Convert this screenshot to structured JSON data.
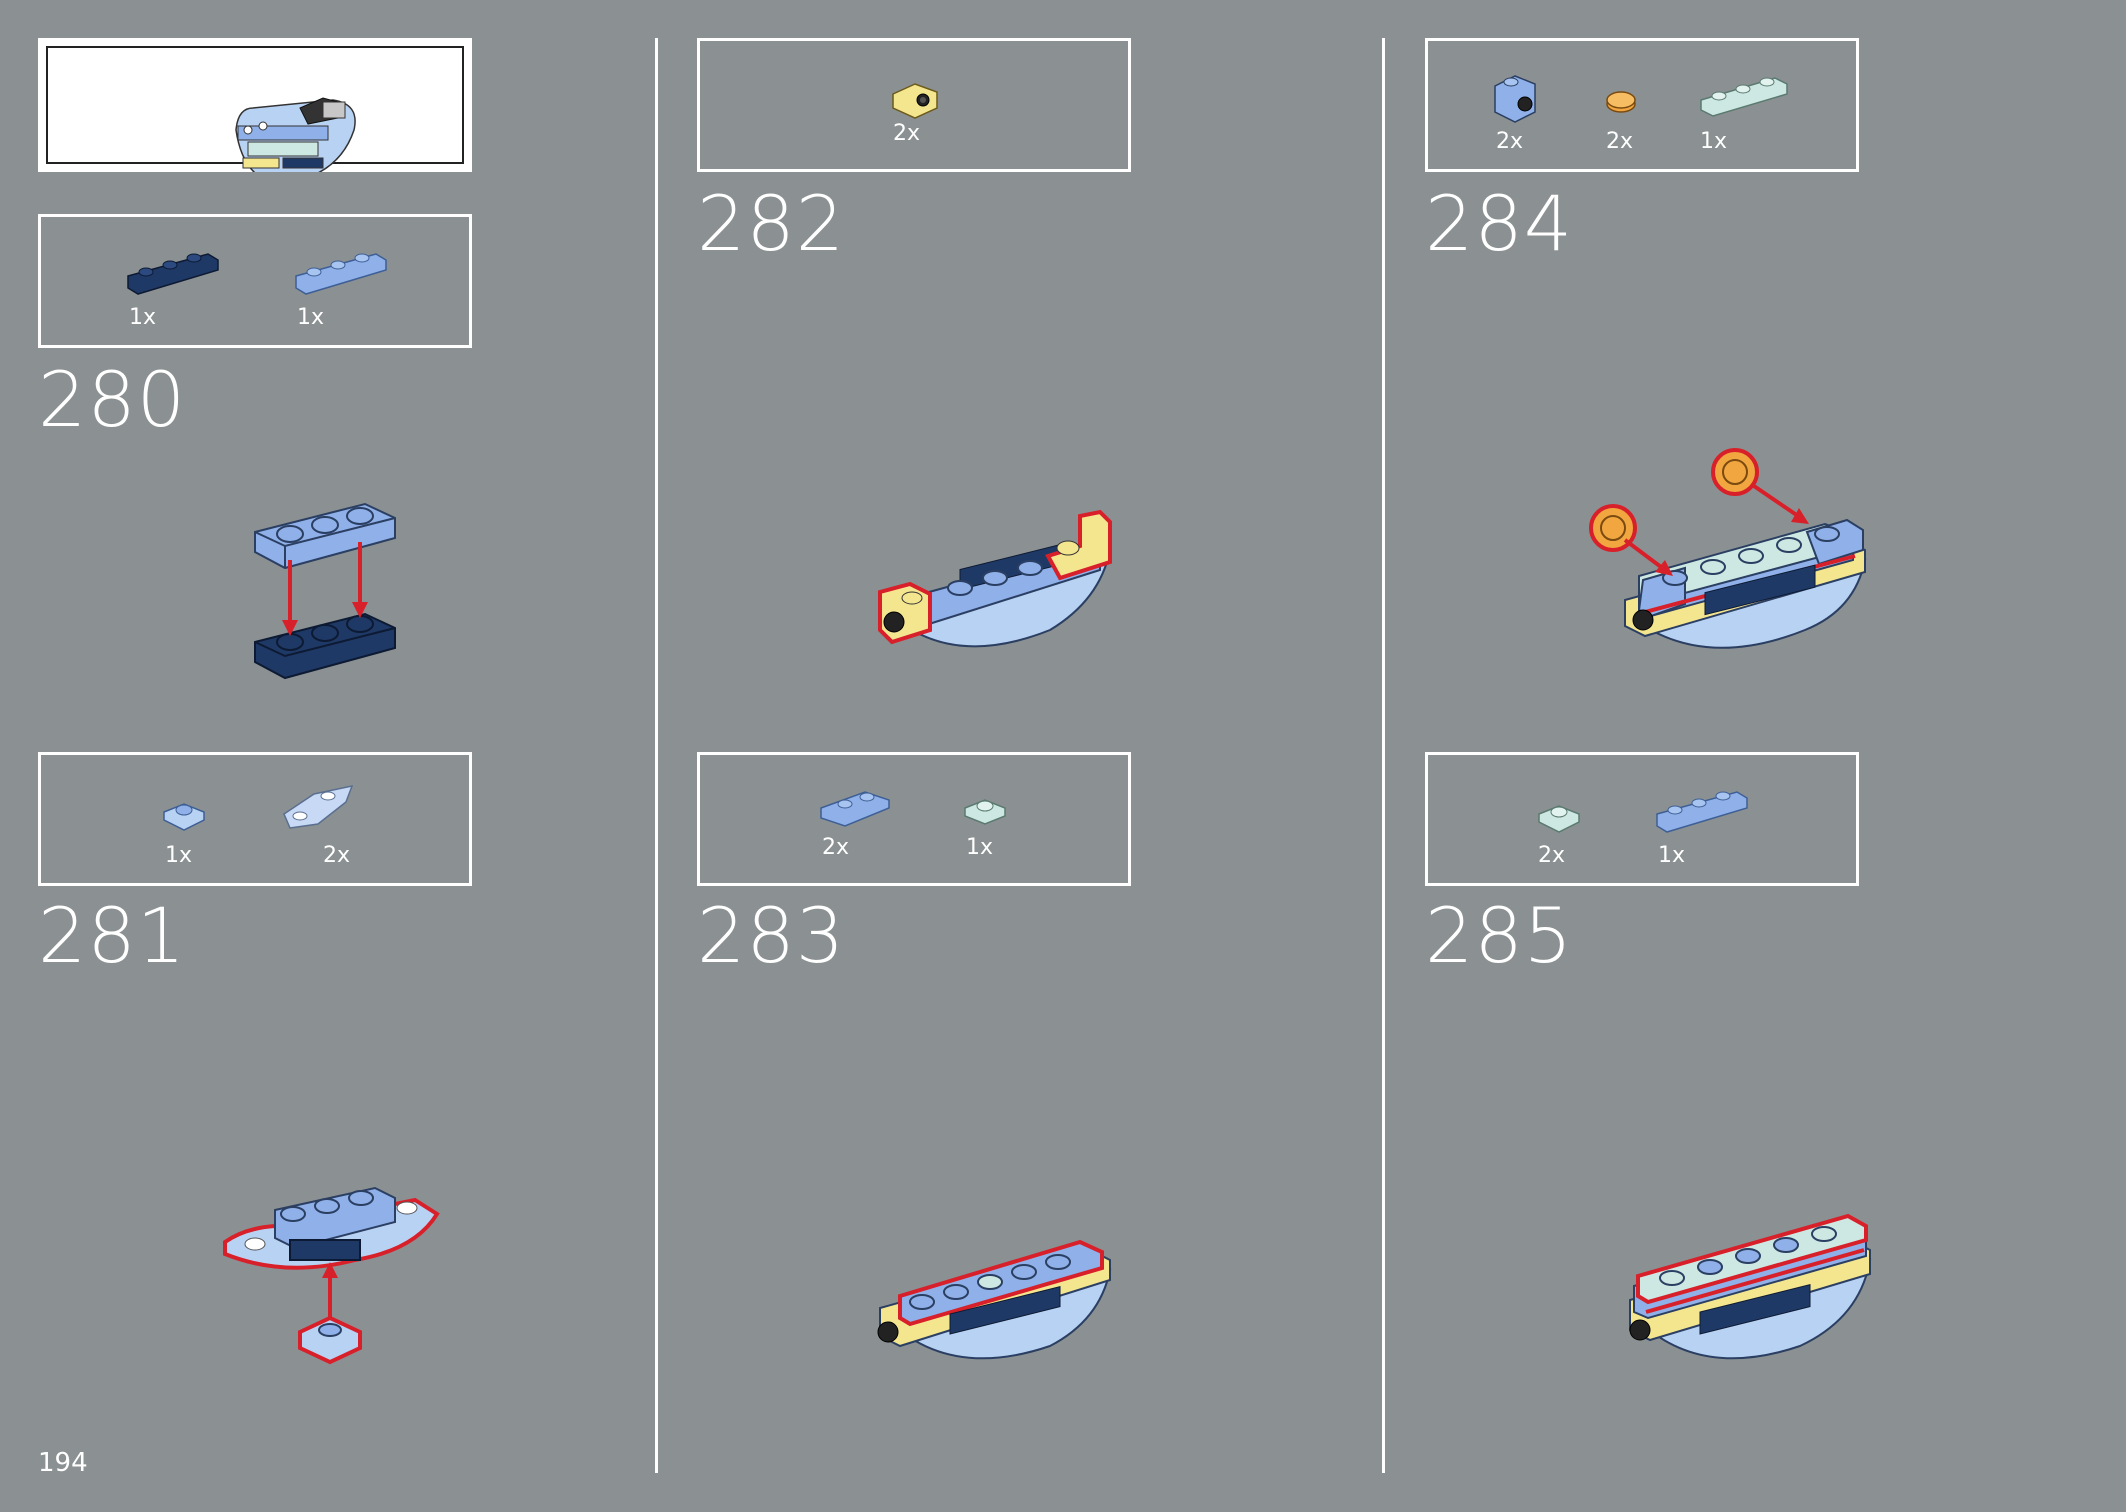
{
  "page_number": "194",
  "colors": {
    "background": "#8b9192",
    "dark_blue": "#1f3966",
    "medium_blue": "#8fb0e8",
    "light_aqua": "#cde8e2",
    "light_yellow": "#f4e58f",
    "orange": "#f2a640",
    "highlight_red": "#d8202a"
  },
  "columns": [
    {
      "steps": [
        {
          "number": "280",
          "parts": [
            {
              "qty": "1x",
              "icon": "dark-blue-plate-1x3"
            },
            {
              "qty": "1x",
              "icon": "medium-blue-plate-1x3"
            }
          ]
        },
        {
          "number": "281",
          "parts": [
            {
              "qty": "1x",
              "icon": "medium-blue-plate-1x1"
            },
            {
              "qty": "2x",
              "icon": "light-blue-wedge-plate"
            }
          ]
        }
      ]
    },
    {
      "steps": [
        {
          "number": "282",
          "parts": [
            {
              "qty": "2x",
              "icon": "yellow-bracket-stud"
            }
          ]
        },
        {
          "number": "283",
          "parts": [
            {
              "qty": "2x",
              "icon": "medium-blue-plate-1x2"
            },
            {
              "qty": "1x",
              "icon": "aqua-plate-1x1"
            }
          ]
        }
      ]
    },
    {
      "steps": [
        {
          "number": "284",
          "parts": [
            {
              "qty": "2x",
              "icon": "blue-bracket-stud"
            },
            {
              "qty": "2x",
              "icon": "orange-round-tile"
            },
            {
              "qty": "1x",
              "icon": "aqua-plate-1x3"
            }
          ]
        },
        {
          "number": "285",
          "parts": [
            {
              "qty": "2x",
              "icon": "aqua-plate-1x1"
            },
            {
              "qty": "1x",
              "icon": "medium-blue-plate-1x3"
            }
          ]
        }
      ]
    }
  ]
}
